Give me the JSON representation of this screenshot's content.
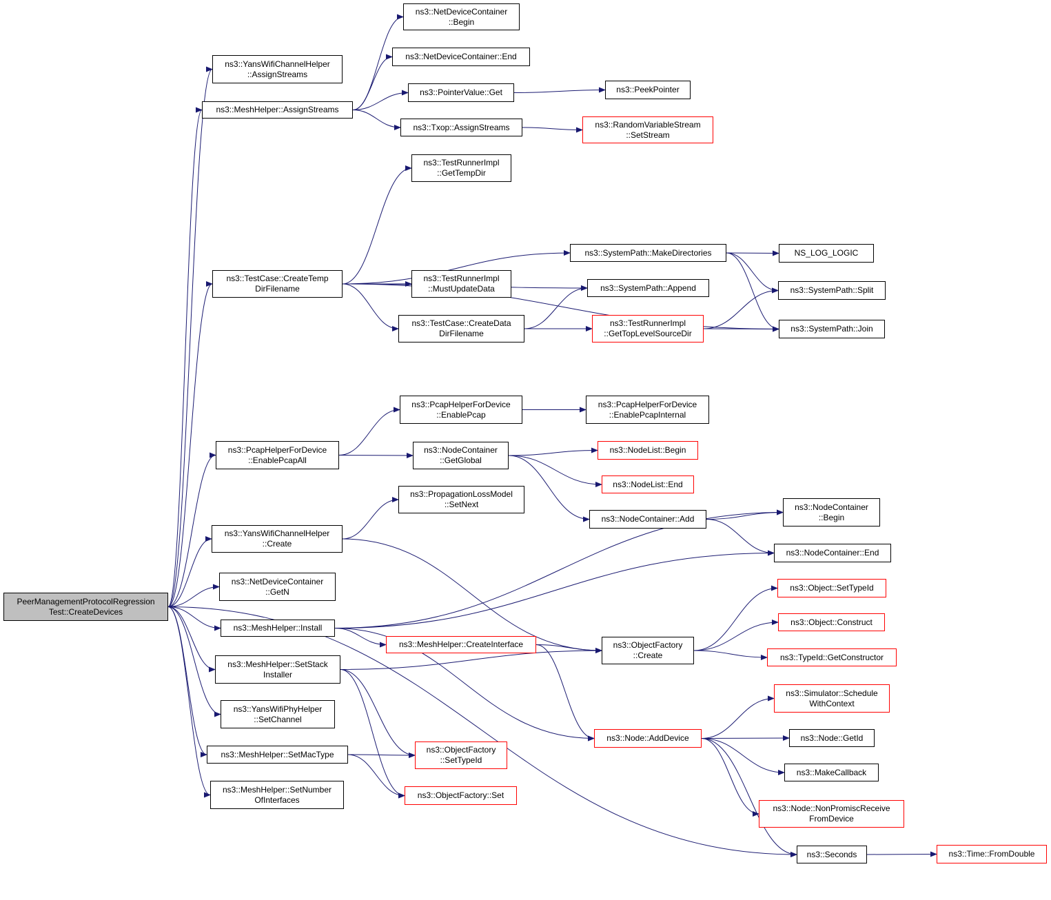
{
  "diagram": {
    "type": "call-graph",
    "colors": {
      "edge": "#191970",
      "node_border": "#000000",
      "truncated_border": "#ff0000",
      "root_fill": "#bfbfbf"
    },
    "nodes": {
      "root": {
        "lines": [
          "PeerManagementProtocolRegression",
          "Test::CreateDevices"
        ],
        "style": "root"
      },
      "yansChanAssign": {
        "lines": [
          "ns3::YansWifiChannelHelper",
          "::AssignStreams"
        ],
        "style": "normal"
      },
      "meshAssign": {
        "lines": [
          "ns3::MeshHelper::AssignStreams"
        ],
        "style": "normal"
      },
      "ndcBegin": {
        "lines": [
          "ns3::NetDeviceContainer",
          "::Begin"
        ],
        "style": "normal"
      },
      "ndcEnd": {
        "lines": [
          "ns3::NetDeviceContainer::End"
        ],
        "style": "normal"
      },
      "ptrGet": {
        "lines": [
          "ns3::PointerValue::Get"
        ],
        "style": "normal"
      },
      "peekPtr": {
        "lines": [
          "ns3::PeekPointer"
        ],
        "style": "normal"
      },
      "txopAssign": {
        "lines": [
          "ns3::Txop::AssignStreams"
        ],
        "style": "normal"
      },
      "rvsSetStream": {
        "lines": [
          "ns3::RandomVariableStream",
          "::SetStream"
        ],
        "style": "truncated"
      },
      "trGetTempDir": {
        "lines": [
          "ns3::TestRunnerImpl",
          "::GetTempDir"
        ],
        "style": "normal"
      },
      "tcCreateTemp": {
        "lines": [
          "ns3::TestCase::CreateTemp",
          "DirFilename"
        ],
        "style": "normal"
      },
      "spMakeDirs": {
        "lines": [
          "ns3::SystemPath::MakeDirectories"
        ],
        "style": "normal"
      },
      "nsLogLogic": {
        "lines": [
          "NS_LOG_LOGIC"
        ],
        "style": "normal"
      },
      "trMustUpdate": {
        "lines": [
          "ns3::TestRunnerImpl",
          "::MustUpdateData"
        ],
        "style": "normal"
      },
      "spAppend": {
        "lines": [
          "ns3::SystemPath::Append"
        ],
        "style": "normal"
      },
      "spSplit": {
        "lines": [
          "ns3::SystemPath::Split"
        ],
        "style": "normal"
      },
      "tcCreateData": {
        "lines": [
          "ns3::TestCase::CreateData",
          "DirFilename"
        ],
        "style": "normal"
      },
      "trGetTopLevel": {
        "lines": [
          "ns3::TestRunnerImpl",
          "::GetTopLevelSourceDir"
        ],
        "style": "truncated"
      },
      "spJoin": {
        "lines": [
          "ns3::SystemPath::Join"
        ],
        "style": "normal"
      },
      "pcapEnable": {
        "lines": [
          "ns3::PcapHelperForDevice",
          "::EnablePcap"
        ],
        "style": "normal"
      },
      "pcapEnableInternal": {
        "lines": [
          "ns3::PcapHelperForDevice",
          "::EnablePcapInternal"
        ],
        "style": "normal"
      },
      "pcapEnableAll": {
        "lines": [
          "ns3::PcapHelperForDevice",
          "::EnablePcapAll"
        ],
        "style": "normal"
      },
      "ncGetGlobal": {
        "lines": [
          "ns3::NodeContainer",
          "::GetGlobal"
        ],
        "style": "normal"
      },
      "nlBegin": {
        "lines": [
          "ns3::NodeList::Begin"
        ],
        "style": "truncated"
      },
      "nlEnd": {
        "lines": [
          "ns3::NodeList::End"
        ],
        "style": "truncated"
      },
      "plmSetNext": {
        "lines": [
          "ns3::PropagationLossModel",
          "::SetNext"
        ],
        "style": "normal"
      },
      "ncAdd": {
        "lines": [
          "ns3::NodeContainer::Add"
        ],
        "style": "normal"
      },
      "ncBegin": {
        "lines": [
          "ns3::NodeContainer",
          "::Begin"
        ],
        "style": "normal"
      },
      "yansChanCreate": {
        "lines": [
          "ns3::YansWifiChannelHelper",
          "::Create"
        ],
        "style": "normal"
      },
      "ncEnd": {
        "lines": [
          "ns3::NodeContainer::End"
        ],
        "style": "normal"
      },
      "ndcGetN": {
        "lines": [
          "ns3::NetDeviceContainer",
          "::GetN"
        ],
        "style": "normal"
      },
      "objSetTypeId": {
        "lines": [
          "ns3::Object::SetTypeId"
        ],
        "style": "truncated"
      },
      "meshInstall": {
        "lines": [
          "ns3::MeshHelper::Install"
        ],
        "style": "normal"
      },
      "objConstruct": {
        "lines": [
          "ns3::Object::Construct"
        ],
        "style": "truncated"
      },
      "meshCreateIface": {
        "lines": [
          "ns3::MeshHelper::CreateInterface"
        ],
        "style": "truncated"
      },
      "ofCreate": {
        "lines": [
          "ns3::ObjectFactory",
          "::Create"
        ],
        "style": "normal"
      },
      "tidGetCtor": {
        "lines": [
          "ns3::TypeId::GetConstructor"
        ],
        "style": "truncated"
      },
      "meshSetStack": {
        "lines": [
          "ns3::MeshHelper::SetStack",
          "Installer"
        ],
        "style": "normal"
      },
      "simSchedule": {
        "lines": [
          "ns3::Simulator::Schedule",
          "WithContext"
        ],
        "style": "truncated"
      },
      "yansPhySetChan": {
        "lines": [
          "ns3::YansWifiPhyHelper",
          "::SetChannel"
        ],
        "style": "normal"
      },
      "nodeAddDevice": {
        "lines": [
          "ns3::Node::AddDevice"
        ],
        "style": "truncated"
      },
      "nodeGetId": {
        "lines": [
          "ns3::Node::GetId"
        ],
        "style": "normal"
      },
      "meshSetMac": {
        "lines": [
          "ns3::MeshHelper::SetMacType"
        ],
        "style": "normal"
      },
      "ofSetTypeId": {
        "lines": [
          "ns3::ObjectFactory",
          "::SetTypeId"
        ],
        "style": "truncated"
      },
      "makeCallback": {
        "lines": [
          "ns3::MakeCallback"
        ],
        "style": "normal"
      },
      "ofSet": {
        "lines": [
          "ns3::ObjectFactory::Set"
        ],
        "style": "truncated"
      },
      "meshSetNumIf": {
        "lines": [
          "ns3::MeshHelper::SetNumber",
          "OfInterfaces"
        ],
        "style": "normal"
      },
      "nodeNonPromisc": {
        "lines": [
          "ns3::Node::NonPromiscReceive",
          "FromDevice"
        ],
        "style": "truncated"
      },
      "seconds": {
        "lines": [
          "ns3::Seconds"
        ],
        "style": "normal"
      },
      "timeFromDouble": {
        "lines": [
          "ns3::Time::FromDouble"
        ],
        "style": "truncated"
      }
    },
    "edges": [
      [
        "root",
        "yansChanAssign"
      ],
      [
        "root",
        "meshAssign"
      ],
      [
        "root",
        "tcCreateTemp"
      ],
      [
        "root",
        "pcapEnableAll"
      ],
      [
        "root",
        "yansChanCreate"
      ],
      [
        "root",
        "ndcGetN"
      ],
      [
        "root",
        "meshInstall"
      ],
      [
        "root",
        "meshSetStack"
      ],
      [
        "root",
        "yansPhySetChan"
      ],
      [
        "root",
        "meshSetMac"
      ],
      [
        "root",
        "meshSetNumIf"
      ],
      [
        "root",
        "seconds"
      ],
      [
        "meshAssign",
        "ndcBegin"
      ],
      [
        "meshAssign",
        "ndcEnd"
      ],
      [
        "meshAssign",
        "ptrGet"
      ],
      [
        "meshAssign",
        "txopAssign"
      ],
      [
        "ptrGet",
        "peekPtr"
      ],
      [
        "txopAssign",
        "rvsSetStream"
      ],
      [
        "tcCreateTemp",
        "trGetTempDir"
      ],
      [
        "tcCreateTemp",
        "spMakeDirs"
      ],
      [
        "tcCreateTemp",
        "spAppend"
      ],
      [
        "tcCreateTemp",
        "trMustUpdate"
      ],
      [
        "tcCreateTemp",
        "tcCreateData"
      ],
      [
        "tcCreateTemp",
        "spJoin"
      ],
      [
        "spMakeDirs",
        "nsLogLogic"
      ],
      [
        "spMakeDirs",
        "spSplit"
      ],
      [
        "spMakeDirs",
        "spJoin"
      ],
      [
        "tcCreateData",
        "spAppend"
      ],
      [
        "tcCreateData",
        "trGetTopLevel"
      ],
      [
        "trGetTopLevel",
        "spSplit"
      ],
      [
        "trGetTopLevel",
        "spJoin"
      ],
      [
        "pcapEnableAll",
        "pcapEnable"
      ],
      [
        "pcapEnableAll",
        "ncGetGlobal"
      ],
      [
        "pcapEnable",
        "pcapEnableInternal"
      ],
      [
        "ncGetGlobal",
        "nlBegin"
      ],
      [
        "ncGetGlobal",
        "nlEnd"
      ],
      [
        "ncGetGlobal",
        "ncAdd"
      ],
      [
        "ncAdd",
        "ncBegin"
      ],
      [
        "ncAdd",
        "ncEnd"
      ],
      [
        "yansChanCreate",
        "plmSetNext"
      ],
      [
        "yansChanCreate",
        "ofCreate"
      ],
      [
        "meshInstall",
        "ncBegin"
      ],
      [
        "meshInstall",
        "ncEnd"
      ],
      [
        "meshInstall",
        "meshCreateIface"
      ],
      [
        "meshInstall",
        "nodeAddDevice"
      ],
      [
        "meshCreateIface",
        "ofCreate"
      ],
      [
        "meshCreateIface",
        "nodeAddDevice"
      ],
      [
        "ofCreate",
        "objSetTypeId"
      ],
      [
        "ofCreate",
        "objConstruct"
      ],
      [
        "ofCreate",
        "tidGetCtor"
      ],
      [
        "meshSetStack",
        "ofCreate"
      ],
      [
        "meshSetStack",
        "ofSetTypeId"
      ],
      [
        "meshSetStack",
        "ofSet"
      ],
      [
        "meshSetMac",
        "ofSetTypeId"
      ],
      [
        "meshSetMac",
        "ofSet"
      ],
      [
        "nodeAddDevice",
        "simSchedule"
      ],
      [
        "nodeAddDevice",
        "nodeGetId"
      ],
      [
        "nodeAddDevice",
        "makeCallback"
      ],
      [
        "nodeAddDevice",
        "nodeNonPromisc"
      ],
      [
        "nodeAddDevice",
        "seconds"
      ],
      [
        "seconds",
        "timeFromDouble"
      ]
    ]
  }
}
